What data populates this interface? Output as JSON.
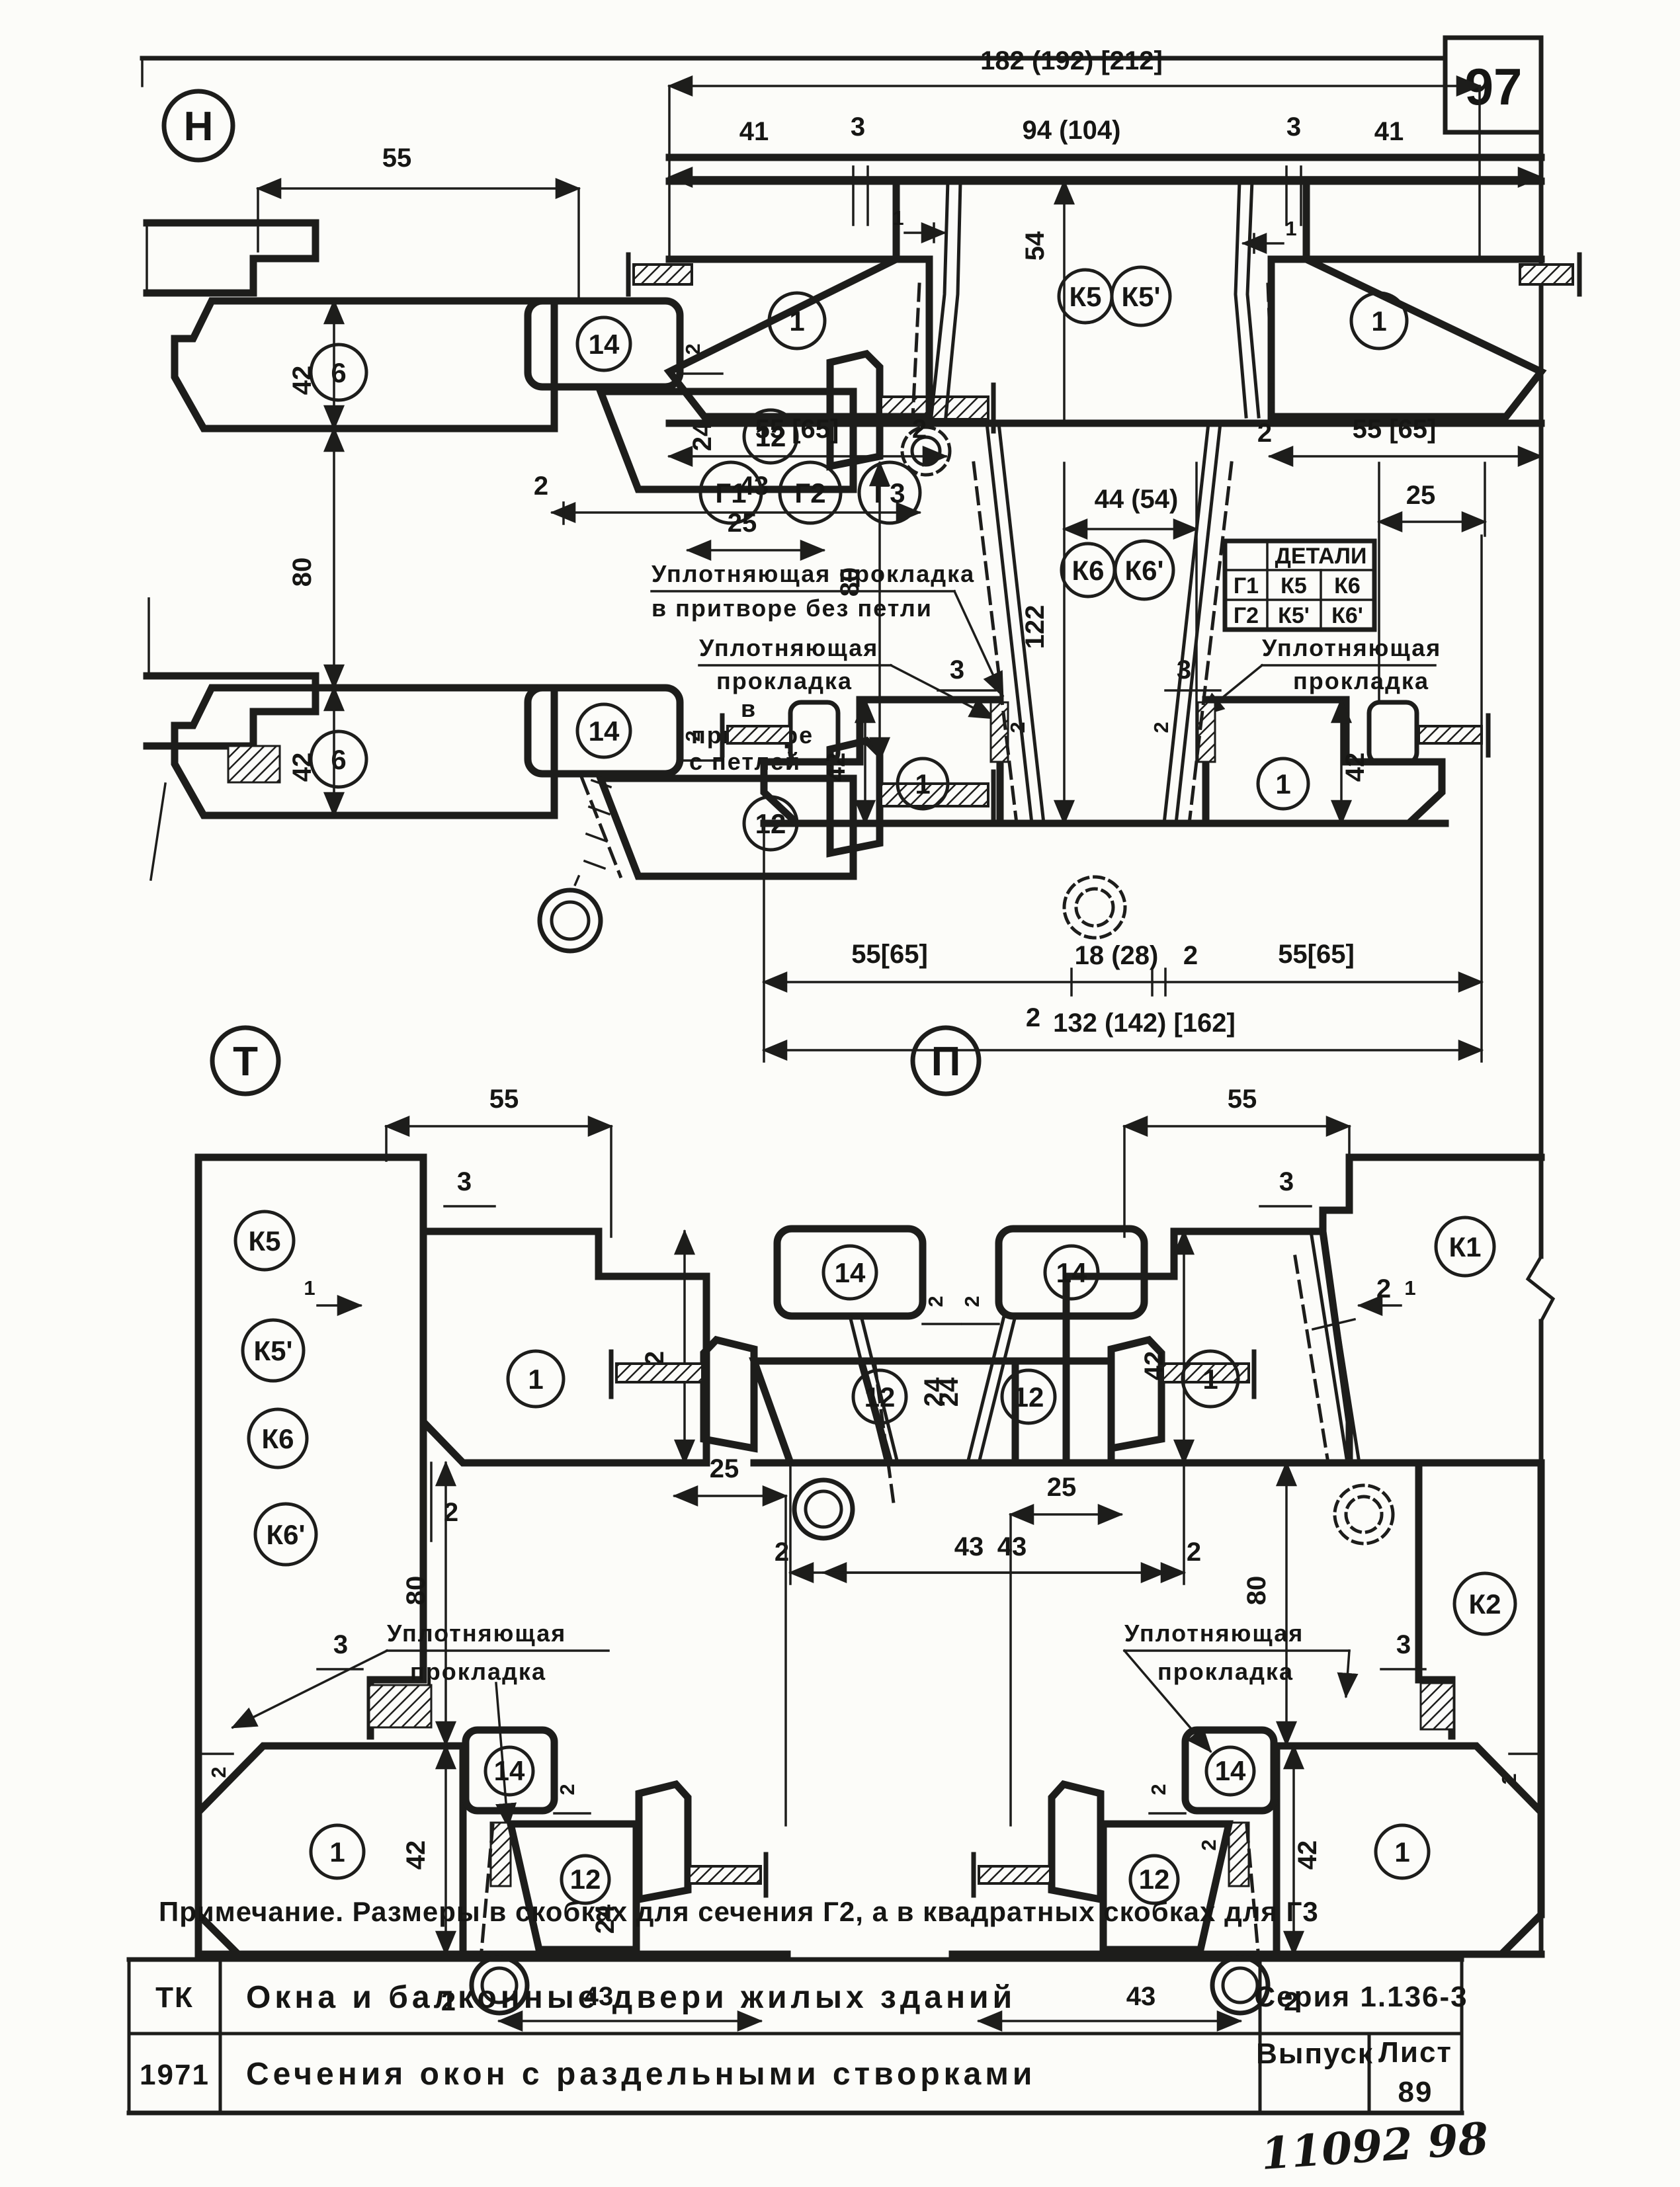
{
  "page": {
    "number": "97",
    "stamp": "11092  98",
    "note": "Примечание.  Размеры  в  скобках  для  сечения  Г2, а в квадратных скобках для Г3"
  },
  "title_block": {
    "org": "ТК",
    "year": "1971",
    "title_row1": "Окна и балконные двери жилых зданий",
    "title_row2": "Сечения  окон  с  раздельными  створками",
    "series": "Серия 1.136-3",
    "issue_label": "Выпуск",
    "sheet_label": "Лист",
    "sheet_number": "89"
  },
  "sections": {
    "n": "Н",
    "t": "Т",
    "p": "П"
  },
  "parts": {
    "p1": "1",
    "p6": "6",
    "p12": "12",
    "p14": "14"
  },
  "codes": {
    "k1": "К1",
    "k2": "К2",
    "k5": "К5",
    "k5p": "К5'",
    "k6": "К6",
    "k6p": "К6'",
    "g1": "Г1",
    "g2": "Г2",
    "g3": "Г3"
  },
  "dims": {
    "n1": "1",
    "n2": "2",
    "n3": "3",
    "n18": "18 (28)",
    "n24": "24",
    "n25": "25",
    "n41": "41",
    "n42": "42",
    "n43": "43",
    "n44": "44 (54)",
    "n54": "54",
    "n55": "55",
    "n55b": "55 [65]",
    "n55bb": "55[65]",
    "n80": "80",
    "n94": "94 (104)",
    "n122": "122",
    "total_top": "182 (192) [212]",
    "total_bottom": "132  (142)  [162]"
  },
  "labels": {
    "gasket_line1": "Уплотняющая прокладка",
    "gasket_line2": "в притворе без петли",
    "gasket_a": "Уплотняющая",
    "gasket_b": "прокладка",
    "gasket_c": "в",
    "gasket_d": "притворе",
    "gasket_e": "с петлей"
  },
  "details_table": {
    "header": "ДЕТАЛИ",
    "rows": [
      [
        "Г1",
        "К5",
        "К6"
      ],
      [
        "Г2",
        "К5'",
        "К6'"
      ]
    ]
  }
}
